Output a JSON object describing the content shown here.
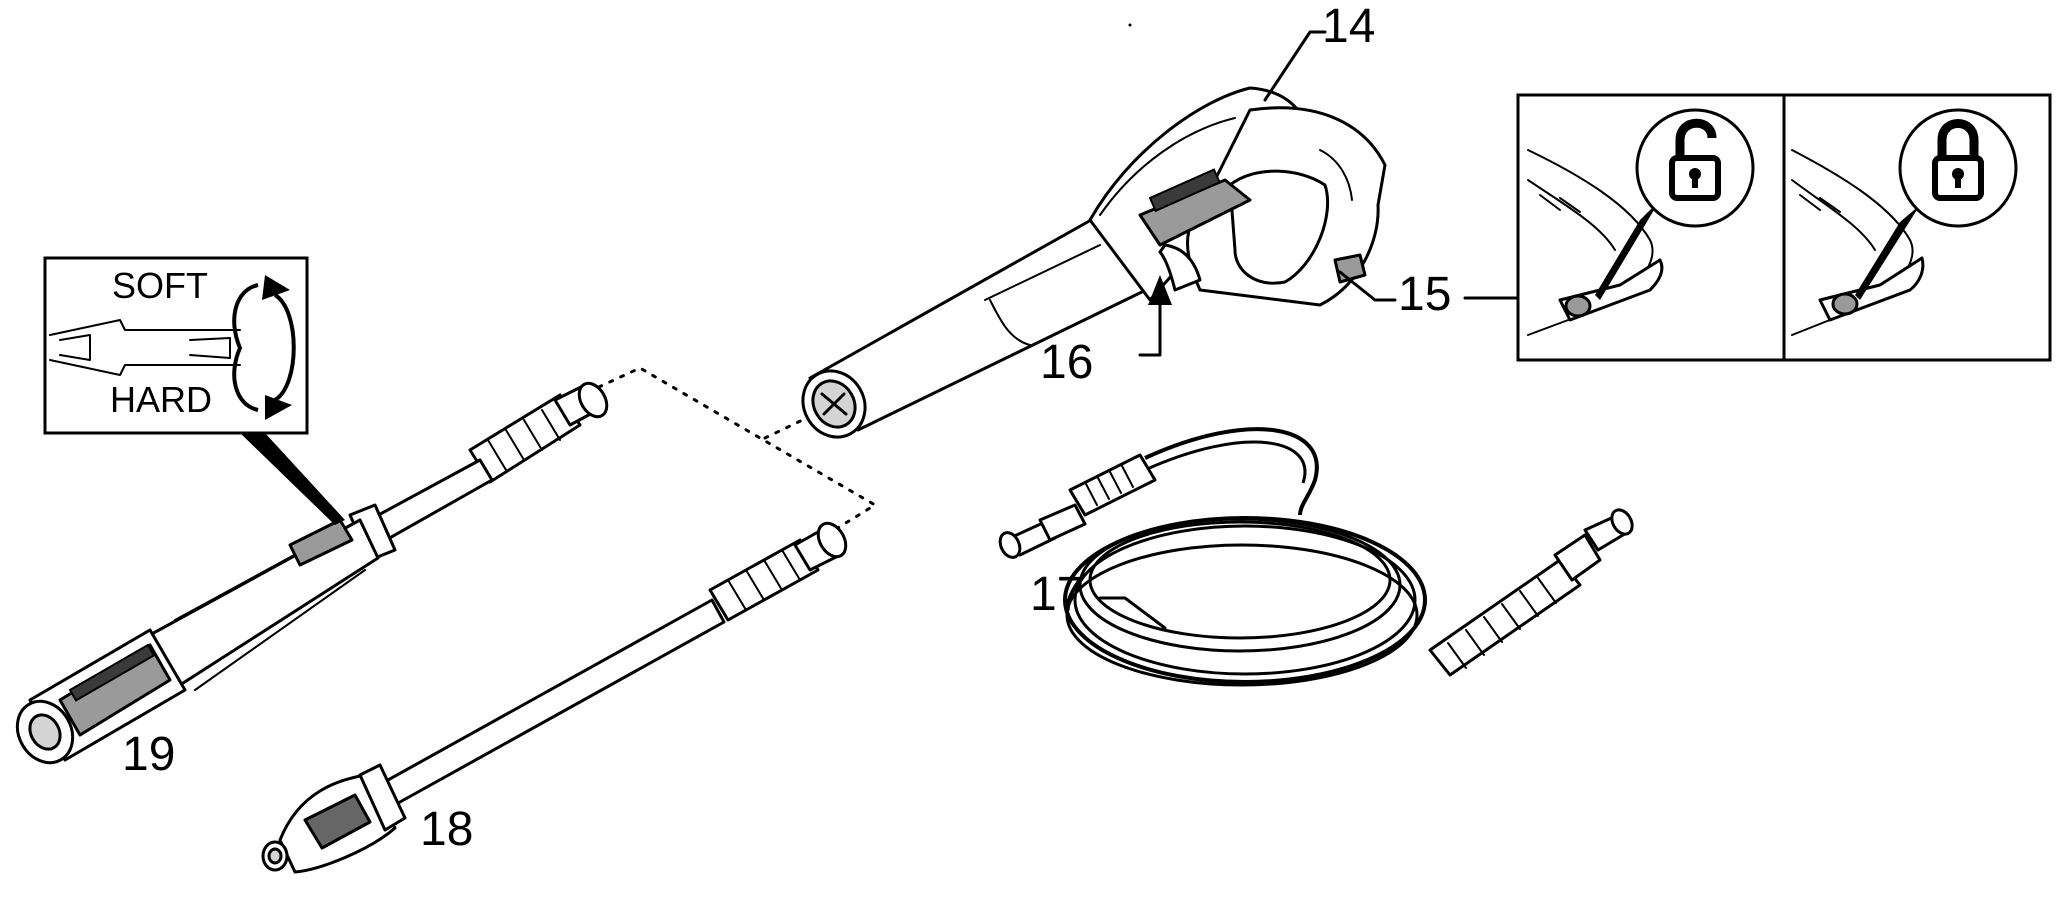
{
  "callouts": {
    "c14": "14",
    "c15": "15",
    "c16": "16",
    "c17": "17",
    "c18": "18",
    "c19": "19"
  },
  "nozzle_inset": {
    "label_top": "SOFT",
    "label_bottom": "HARD"
  },
  "lock_inset": {
    "left_icon": "padlock-unlocked-icon",
    "right_icon": "padlock-locked-icon"
  },
  "colors": {
    "line": "#000000",
    "fill": "#ffffff",
    "accent_grey": "#9a9a9a",
    "dark_grey": "#3a3a3a"
  }
}
